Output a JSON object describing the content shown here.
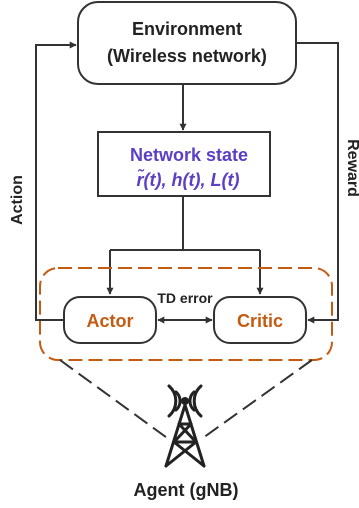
{
  "environment": {
    "line1": "Environment",
    "line2": "(Wireless network)"
  },
  "network_state": {
    "title": "Network state",
    "vars": "r̃(t), h(t), L(t)"
  },
  "actor": {
    "label": "Actor"
  },
  "critic": {
    "label": "Critic"
  },
  "td_error": {
    "label": "TD error"
  },
  "action": {
    "label": "Action"
  },
  "reward": {
    "label": "Reward"
  },
  "agent": {
    "label": "Agent (gNB)"
  },
  "colors": {
    "line": "#333333",
    "state_text": "#5b3fc4",
    "agent_box": "#c55a11",
    "agent_text": "#c55a11"
  }
}
